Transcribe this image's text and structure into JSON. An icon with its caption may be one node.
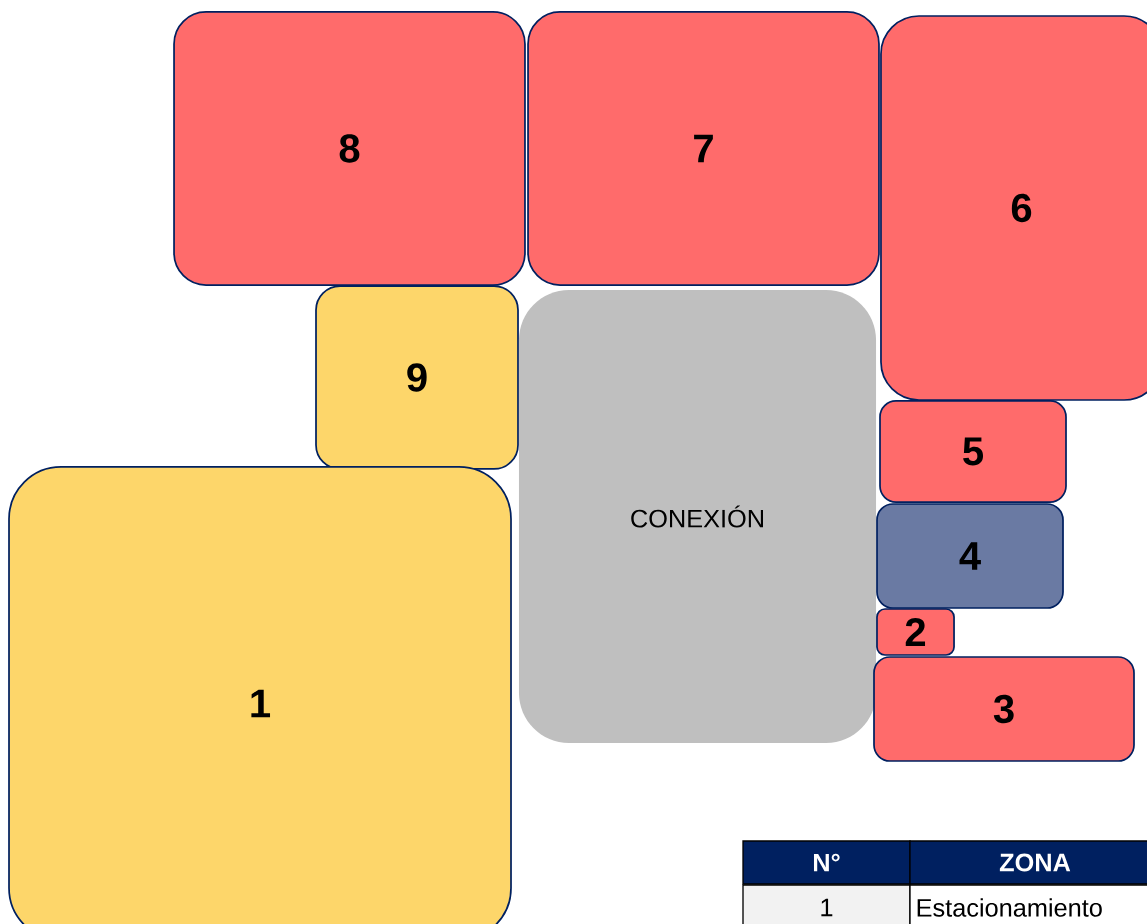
{
  "diagram": {
    "nodes": [
      {
        "text": [
          "8"
        ]
      },
      {
        "text": [
          "7"
        ]
      },
      {
        "text": [
          "6"
        ]
      },
      {
        "text": [
          "9"
        ]
      },
      {
        "text": [
          "CONEXIÓN"
        ]
      },
      {
        "text": [
          "5"
        ]
      },
      {
        "text": [
          "4"
        ]
      },
      {
        "text": [
          "2"
        ]
      },
      {
        "text": [
          "1"
        ]
      },
      {
        "text": [
          "3"
        ]
      }
    ],
    "labels": [
      "N°",
      "ZONA",
      "1",
      "Estacionamiento"
    ]
  }
}
